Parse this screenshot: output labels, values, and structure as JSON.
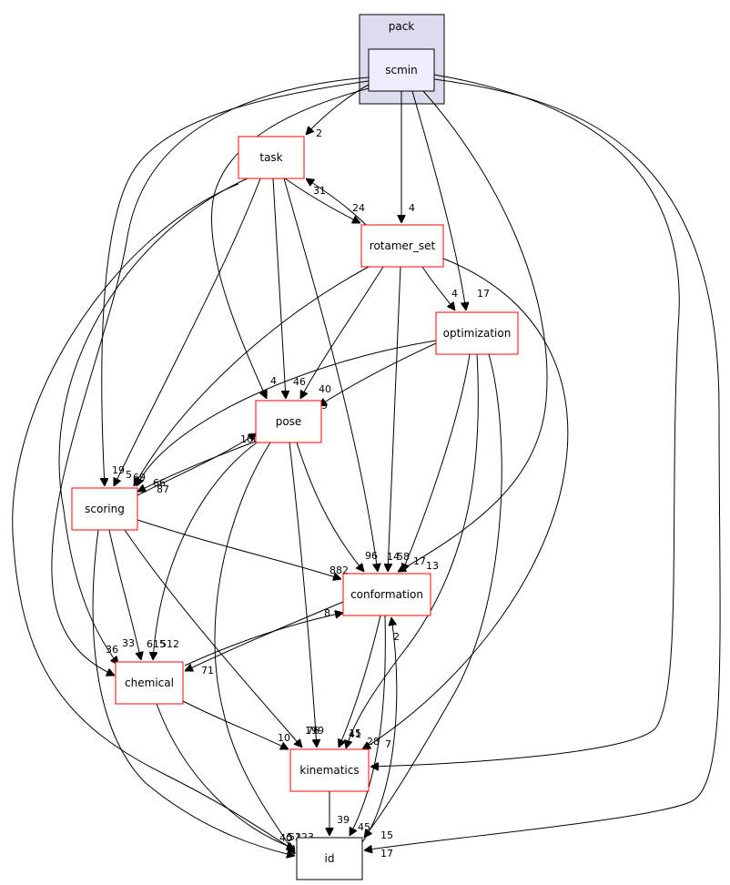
{
  "diagram": {
    "cluster": {
      "label": "pack",
      "fill": "#dcdcee",
      "stroke": "#000000"
    },
    "colors": {
      "red_border": "#ff0000",
      "black_border": "#000000",
      "highlight_fill": "#eeeeff"
    },
    "nodes": [
      {
        "id": "scmin",
        "label": "scmin"
      },
      {
        "id": "task",
        "label": "task"
      },
      {
        "id": "rotamer_set",
        "label": "rotamer_set"
      },
      {
        "id": "optimization",
        "label": "optimization"
      },
      {
        "id": "pose",
        "label": "pose"
      },
      {
        "id": "scoring",
        "label": "scoring"
      },
      {
        "id": "conformation",
        "label": "conformation"
      },
      {
        "id": "chemical",
        "label": "chemical"
      },
      {
        "id": "kinematics",
        "label": "kinematics"
      },
      {
        "id": "id",
        "label": "id"
      }
    ],
    "edges": [
      {
        "from": "scmin",
        "to": "task",
        "label": "2"
      },
      {
        "from": "scmin",
        "to": "rotamer_set",
        "label": "4"
      },
      {
        "from": "scmin",
        "to": "optimization",
        "label": "17"
      },
      {
        "from": "scmin",
        "to": "pose",
        "label": "4"
      },
      {
        "from": "scmin",
        "to": "scoring",
        "label": "19"
      },
      {
        "from": "scmin",
        "to": "conformation",
        "label": "13"
      },
      {
        "from": "scmin",
        "to": "chemical",
        "label": "36"
      },
      {
        "from": "scmin",
        "to": "kinematics",
        "label": "7"
      },
      {
        "from": "scmin",
        "to": "id",
        "label": "17"
      },
      {
        "from": "task",
        "to": "rotamer_set",
        "label": "24"
      },
      {
        "from": "rotamer_set",
        "to": "task",
        "label": "31"
      },
      {
        "from": "task",
        "to": "pose",
        "label": "46"
      },
      {
        "from": "task",
        "to": "scoring",
        "label": "5"
      },
      {
        "from": "task",
        "to": "conformation",
        "label": "14"
      },
      {
        "from": "task",
        "to": "chemical",
        "label": "33"
      },
      {
        "from": "task",
        "to": "id",
        "label": "40"
      },
      {
        "from": "rotamer_set",
        "to": "optimization",
        "label": "4"
      },
      {
        "from": "rotamer_set",
        "to": "pose",
        "label": "40"
      },
      {
        "from": "rotamer_set",
        "to": "scoring",
        "label": "69"
      },
      {
        "from": "rotamer_set",
        "to": "conformation",
        "label": "58"
      },
      {
        "from": "rotamer_set",
        "to": "kinematics",
        "label": "28"
      },
      {
        "from": "optimization",
        "to": "pose",
        "label": "39"
      },
      {
        "from": "optimization",
        "to": "scoring",
        "label": "66"
      },
      {
        "from": "optimization",
        "to": "conformation",
        "label": "17"
      },
      {
        "from": "optimization",
        "to": "kinematics",
        "label": "41"
      },
      {
        "from": "optimization",
        "to": "id",
        "label": "15"
      },
      {
        "from": "pose",
        "to": "scoring",
        "label": "87"
      },
      {
        "from": "scoring",
        "to": "pose",
        "label": "1008"
      },
      {
        "from": "pose",
        "to": "conformation",
        "label": "96"
      },
      {
        "from": "pose",
        "to": "chemical",
        "label": "512"
      },
      {
        "from": "pose",
        "to": "kinematics",
        "label": "76"
      },
      {
        "from": "pose",
        "to": "id",
        "label": "5"
      },
      {
        "from": "scoring",
        "to": "conformation",
        "label": "882"
      },
      {
        "from": "scoring",
        "to": "chemical",
        "label": "615"
      },
      {
        "from": "scoring",
        "to": "kinematics",
        "label": "199"
      },
      {
        "from": "scoring",
        "to": "id",
        "label": "52"
      },
      {
        "from": "conformation",
        "to": "chemical",
        "label": "71"
      },
      {
        "from": "chemical",
        "to": "conformation",
        "label": "8"
      },
      {
        "from": "conformation",
        "to": "kinematics",
        "label": "15"
      },
      {
        "from": "conformation",
        "to": "id",
        "label": "45"
      },
      {
        "from": "id",
        "to": "conformation",
        "label": "2"
      },
      {
        "from": "chemical",
        "to": "kinematics",
        "label": "10"
      },
      {
        "from": "chemical",
        "to": "id",
        "label": "123"
      },
      {
        "from": "kinematics",
        "to": "id",
        "label": "39"
      }
    ]
  }
}
